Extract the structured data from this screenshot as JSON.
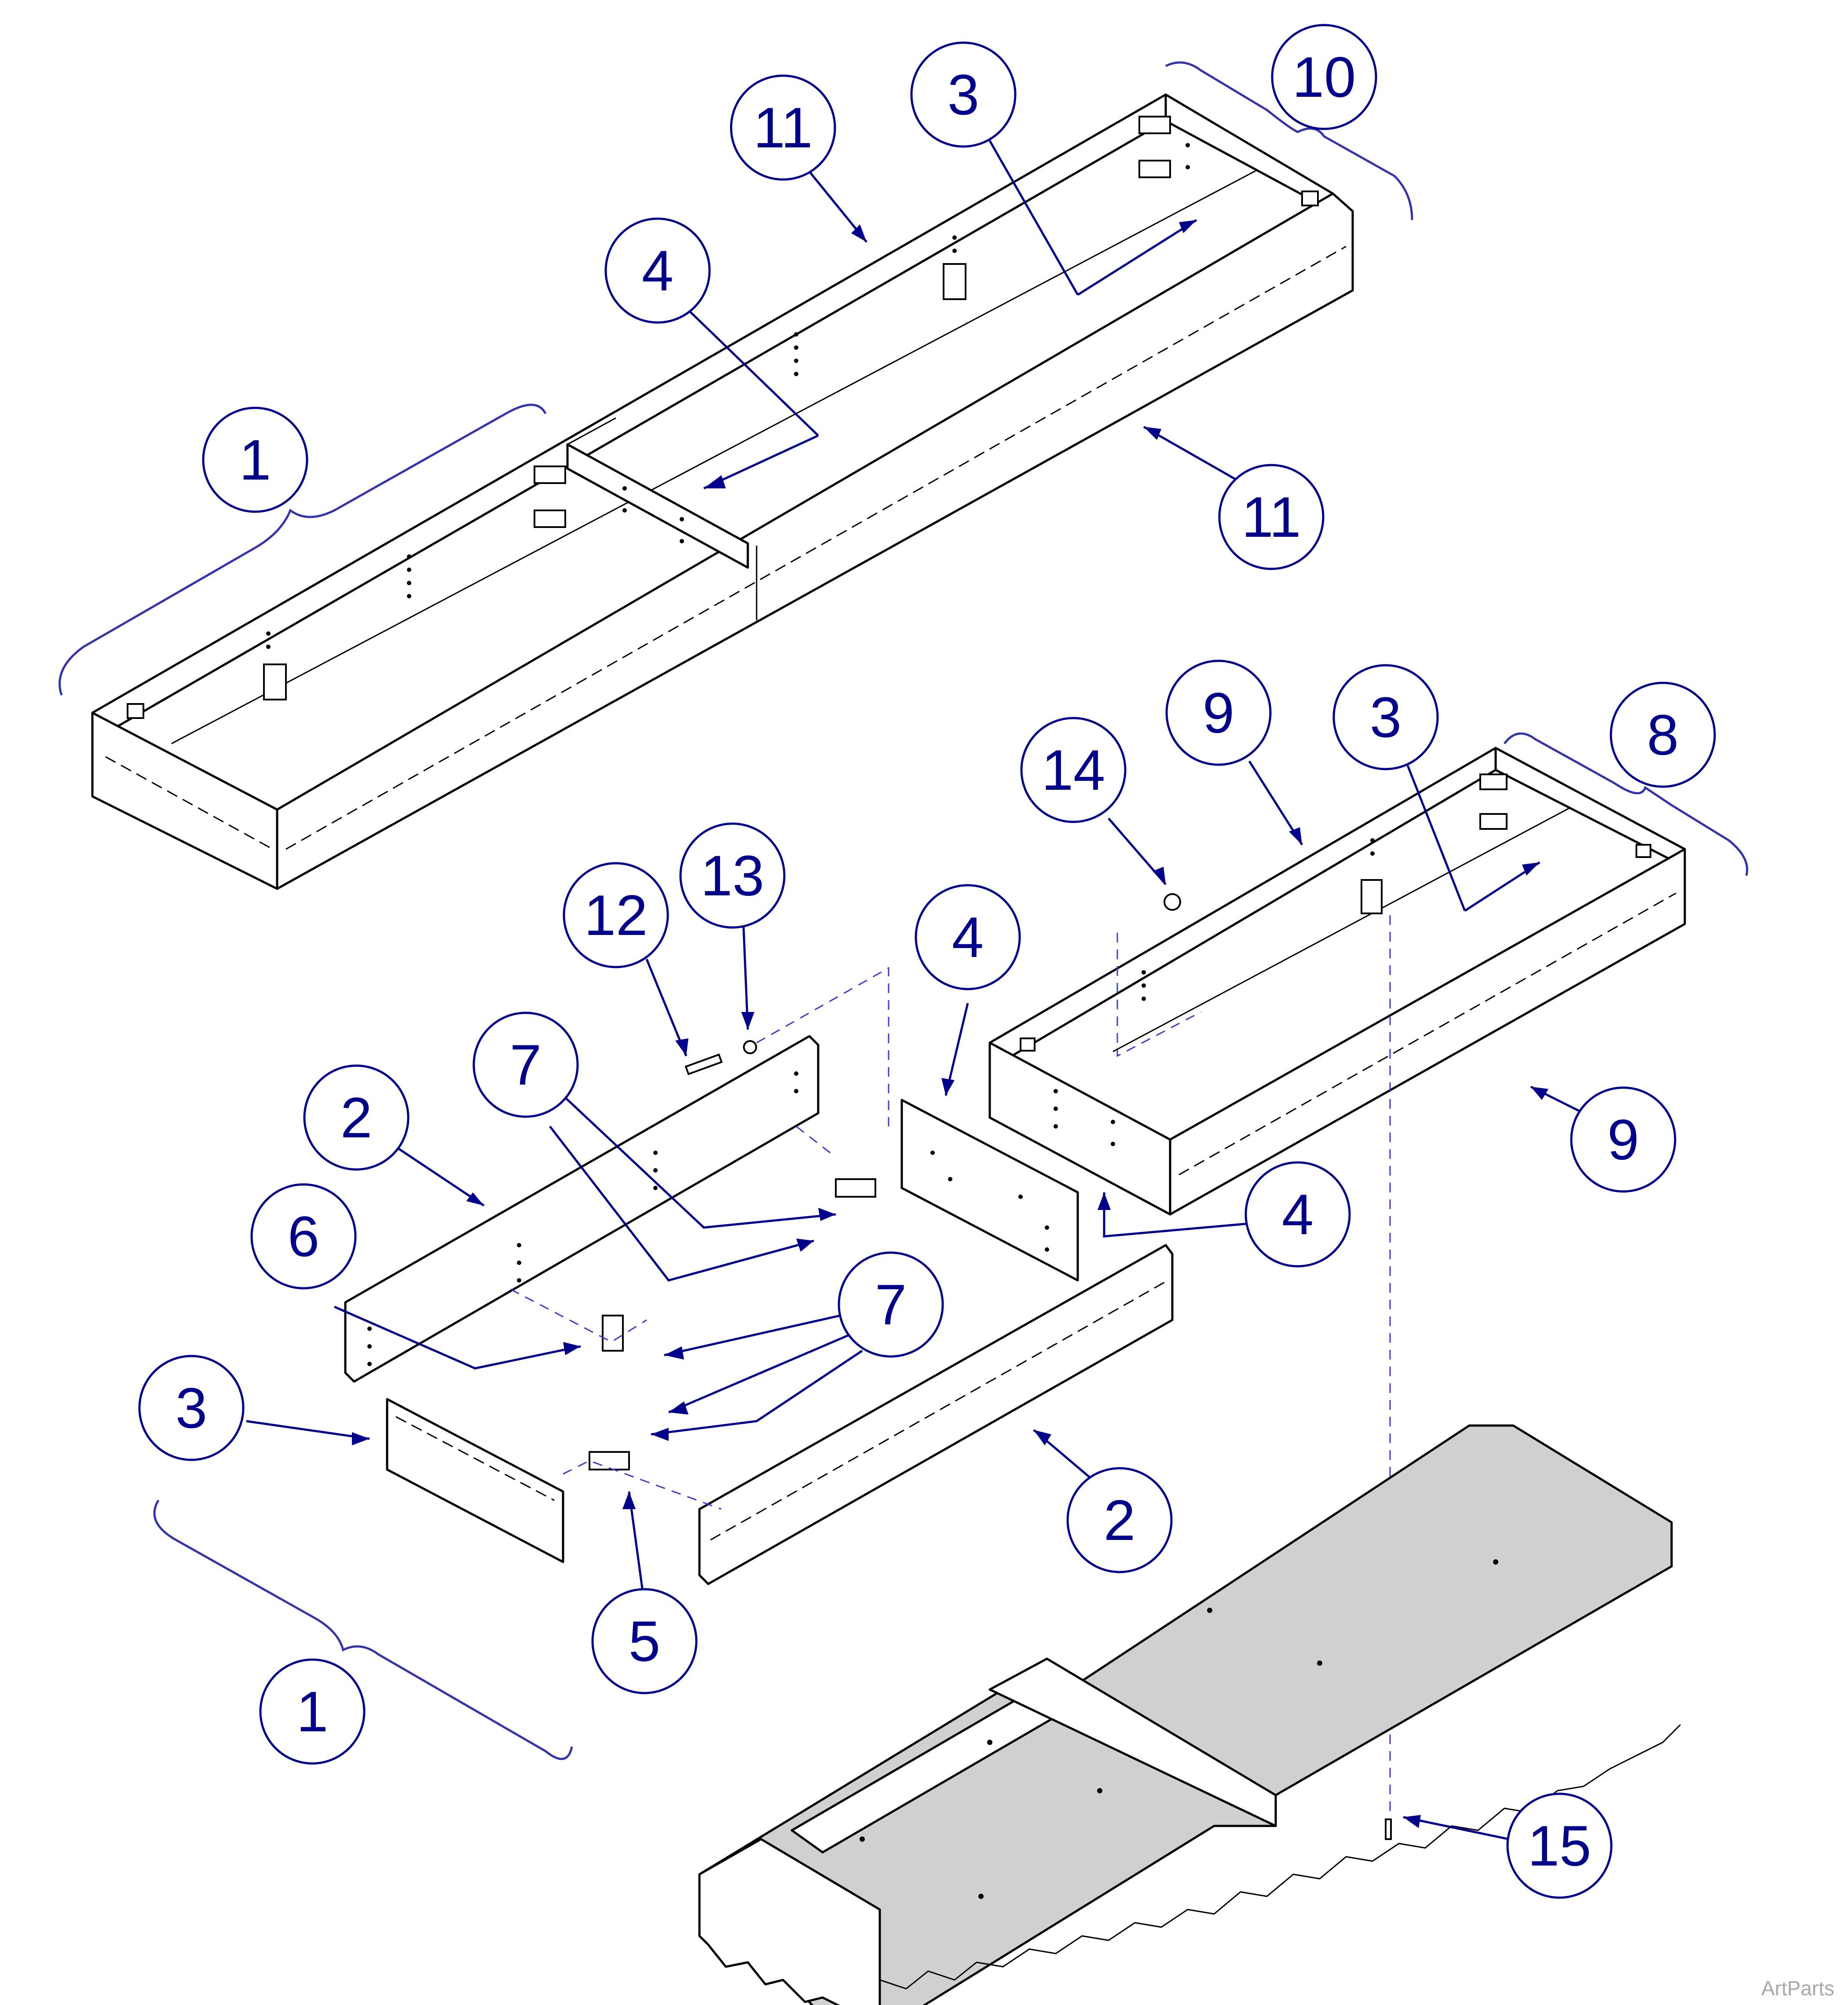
{
  "callouts": [
    {
      "id": "c1",
      "label": "1"
    },
    {
      "id": "c2",
      "label": "11"
    },
    {
      "id": "c3",
      "label": "4"
    },
    {
      "id": "c4",
      "label": "3"
    },
    {
      "id": "c5",
      "label": "10"
    },
    {
      "id": "c6",
      "label": "11"
    },
    {
      "id": "c7",
      "label": "9"
    },
    {
      "id": "c8",
      "label": "3"
    },
    {
      "id": "c9",
      "label": "8"
    },
    {
      "id": "c10",
      "label": "14"
    },
    {
      "id": "c11",
      "label": "13"
    },
    {
      "id": "c12",
      "label": "12"
    },
    {
      "id": "c13",
      "label": "4"
    },
    {
      "id": "c14",
      "label": "7"
    },
    {
      "id": "c15",
      "label": "2"
    },
    {
      "id": "c16",
      "label": "6"
    },
    {
      "id": "c17",
      "label": "9"
    },
    {
      "id": "c18",
      "label": "4"
    },
    {
      "id": "c19",
      "label": "7"
    },
    {
      "id": "c20",
      "label": "3"
    },
    {
      "id": "c21",
      "label": "2"
    },
    {
      "id": "c22",
      "label": "5"
    },
    {
      "id": "c23",
      "label": "1"
    },
    {
      "id": "c24",
      "label": "15"
    }
  ],
  "watermark": "ArtParts",
  "colors": {
    "callout": "#00008b",
    "brace": "#3333aa",
    "base_fill": "#d0d0d0",
    "watermark": "#a8a8a8"
  }
}
